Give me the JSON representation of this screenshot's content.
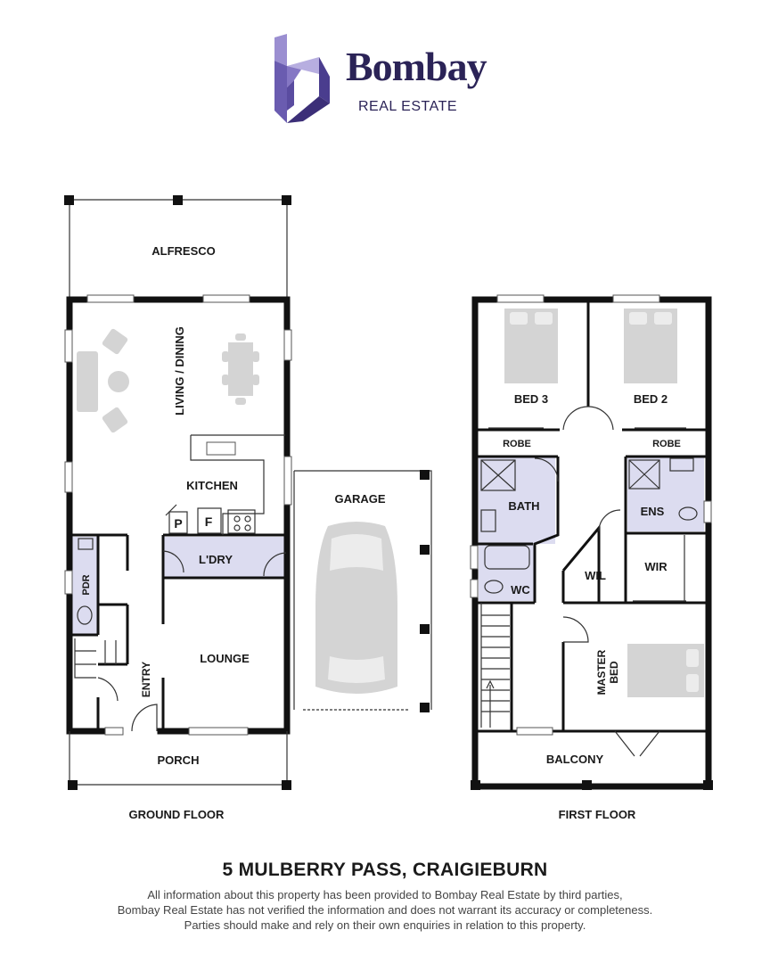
{
  "brand": {
    "name": "Bombay",
    "sub": "REAL ESTATE",
    "colors": {
      "primary": "#2b2357",
      "logo_light": "#9b8fd1",
      "logo_dark": "#3c2f78"
    },
    "logo_icon": "hexagon-b-logo"
  },
  "plan": {
    "ground_floor": {
      "title": "GROUND FLOOR",
      "rooms": {
        "alfresco": "ALFRESCO",
        "living_dining": "LIVING / DINING",
        "kitchen": "KITCHEN",
        "pantry": "P",
        "fridge": "F",
        "laundry": "L'DRY",
        "pdr": "PDR",
        "lounge": "LOUNGE",
        "entry": "ENTRY",
        "porch": "PORCH",
        "garage": "GARAGE"
      }
    },
    "first_floor": {
      "title": "FIRST FLOOR",
      "rooms": {
        "bed3": "BED 3",
        "bed2": "BED 2",
        "robe3": "ROBE",
        "robe2": "ROBE",
        "bath": "BATH",
        "ens": "ENS",
        "wil": "WIL",
        "wir": "WIR",
        "wc": "WC",
        "master_bed_1": "MASTER",
        "master_bed_2": "BED",
        "balcony": "BALCONY"
      }
    },
    "colors": {
      "wall": "#111111",
      "wet_area": "#dcdcf0",
      "furniture": "#d4d4d4"
    }
  },
  "address": "5 MULBERRY PASS, CRAIGIEBURN",
  "disclaimer": [
    "All information about this property has been provided to Bombay Real Estate by third parties,",
    "Bombay Real Estate has not verified the information and does not warrant its accuracy or completeness.",
    "Parties should make and rely on their own enquiries in relation to this property."
  ]
}
